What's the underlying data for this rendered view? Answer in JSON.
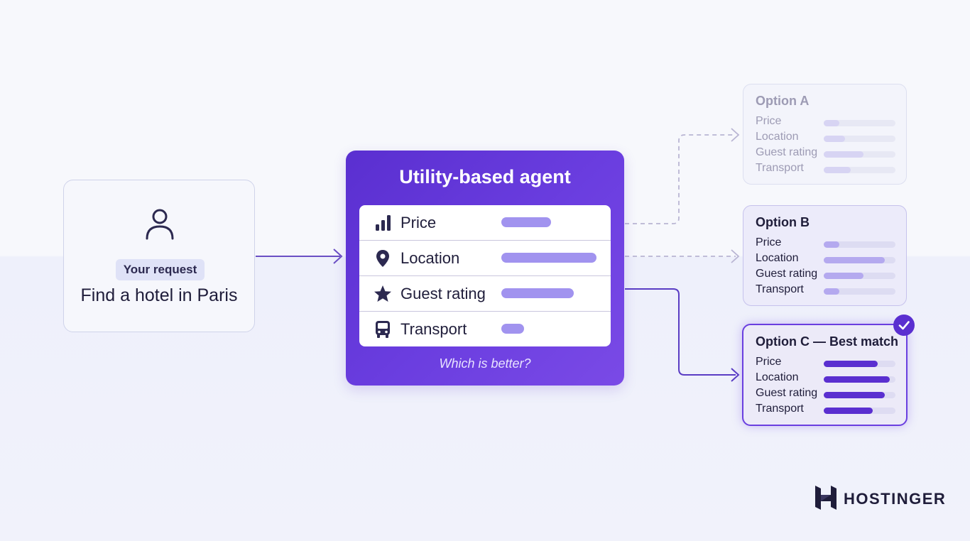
{
  "request": {
    "tag": "Your request",
    "text": "Find a hotel in Paris",
    "icon": "person-icon"
  },
  "agent": {
    "title": "Utility-based agent",
    "question": "Which is better?",
    "criteria": [
      {
        "label": "Price",
        "icon": "bar-chart-icon",
        "weight": 0.52
      },
      {
        "label": "Location",
        "icon": "location-pin-icon",
        "weight": 1.0
      },
      {
        "label": "Guest rating",
        "icon": "star-icon",
        "weight": 0.76
      },
      {
        "label": "Transport",
        "icon": "bus-icon",
        "weight": 0.24
      }
    ]
  },
  "options": [
    {
      "title": "Option A",
      "status": "not-selected",
      "rows": [
        {
          "label": "Price",
          "score": 0.22
        },
        {
          "label": "Location",
          "score": 0.3
        },
        {
          "label": "Guest rating",
          "score": 0.55
        },
        {
          "label": "Transport",
          "score": 0.38
        }
      ]
    },
    {
      "title": "Option B",
      "status": "not-selected",
      "rows": [
        {
          "label": "Price",
          "score": 0.22
        },
        {
          "label": "Location",
          "score": 0.85
        },
        {
          "label": "Guest rating",
          "score": 0.55
        },
        {
          "label": "Transport",
          "score": 0.22
        }
      ]
    },
    {
      "title": "Option C — Best match",
      "status": "selected",
      "rows": [
        {
          "label": "Price",
          "score": 0.75
        },
        {
          "label": "Location",
          "score": 0.92
        },
        {
          "label": "Guest rating",
          "score": 0.85
        },
        {
          "label": "Transport",
          "score": 0.68
        }
      ]
    }
  ],
  "brand": {
    "name": "HOSTINGER",
    "icon": "hostinger-logo-icon"
  },
  "colors": {
    "accent": "#5a2fd0",
    "bar_light": "#a193ef",
    "connector": "#6b4fc4",
    "connector_dashed": "#b9b5d3"
  }
}
